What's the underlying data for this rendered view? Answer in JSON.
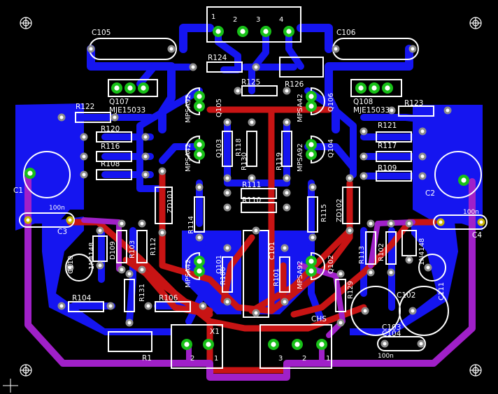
{
  "colors": {
    "background": "#000000",
    "bottom_copper": "#1515f0",
    "top_copper": "#c81414",
    "overlap": "#a020c8",
    "silkscreen": "#ffffff",
    "pad": "#8c8c8c",
    "pad_ring": "#18c018",
    "pad_yellow": "#c8b400"
  },
  "connectors": {
    "top": {
      "pins": [
        "1",
        "2",
        "3",
        "4"
      ]
    },
    "x1": {
      "name": "X1",
      "pins": [
        "2",
        "1"
      ]
    },
    "chs": {
      "name": "CHS",
      "pins": [
        "3",
        "2",
        "1"
      ]
    }
  },
  "labels": {
    "C105": "C105",
    "C106": "C106",
    "R124": "R124",
    "R125": "R125",
    "R126": "R126",
    "Q107": "Q107",
    "Q107_type": "MJE15033",
    "Q108": "Q108",
    "Q108_type": "MJE15033",
    "R122": "R122",
    "R123": "R123",
    "R120": "R120",
    "R121": "R121",
    "R116": "R116",
    "R117": "R117",
    "R108": "R108",
    "R109": "R109",
    "C1": "C1",
    "C2": "C2",
    "C3_val": "100n",
    "C3": "C3",
    "C4_val": "100n",
    "C4": "C4",
    "Q105": "Q105",
    "Q105_type": "MPSA92",
    "Q106": "Q106",
    "Q106_type": "MPSA42",
    "Q103": "Q103",
    "Q103_type": "MPSA42",
    "Q104": "Q104",
    "Q104_type": "MPSA92",
    "R118": "R118",
    "R130": "R130",
    "R119": "R119",
    "R111": "R111",
    "R110": "R110",
    "ZD101": "ZD101",
    "ZD102": "ZD102",
    "R114": "R114",
    "R115": "R115",
    "C110": "C110",
    "D109": "D109",
    "D109_type": "1N4148",
    "D110_type": "1N4148",
    "R103": "R103",
    "R112": "R112",
    "R113": "R113",
    "R102": "R102",
    "C101": "C101",
    "Q101": "Q101",
    "Q101_type": "MPSA42",
    "Q102": "Q102",
    "Q102_type": "MPSA92",
    "R100": "R100",
    "R101": "R101",
    "R131": "R131",
    "R129": "R129",
    "R104": "R104",
    "R106": "R106",
    "C111": "C111",
    "C102": "C102",
    "C103": "C103",
    "C104_val": "100n",
    "C104": "C104",
    "R1": "R1"
  }
}
